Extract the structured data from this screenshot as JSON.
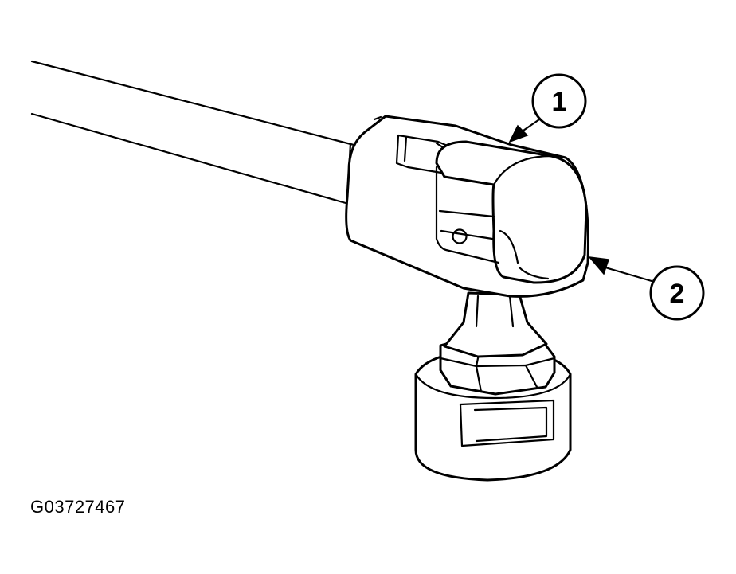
{
  "figure": {
    "callouts": [
      {
        "number": "1"
      },
      {
        "number": "2"
      }
    ],
    "figure_id": "G03727467"
  }
}
